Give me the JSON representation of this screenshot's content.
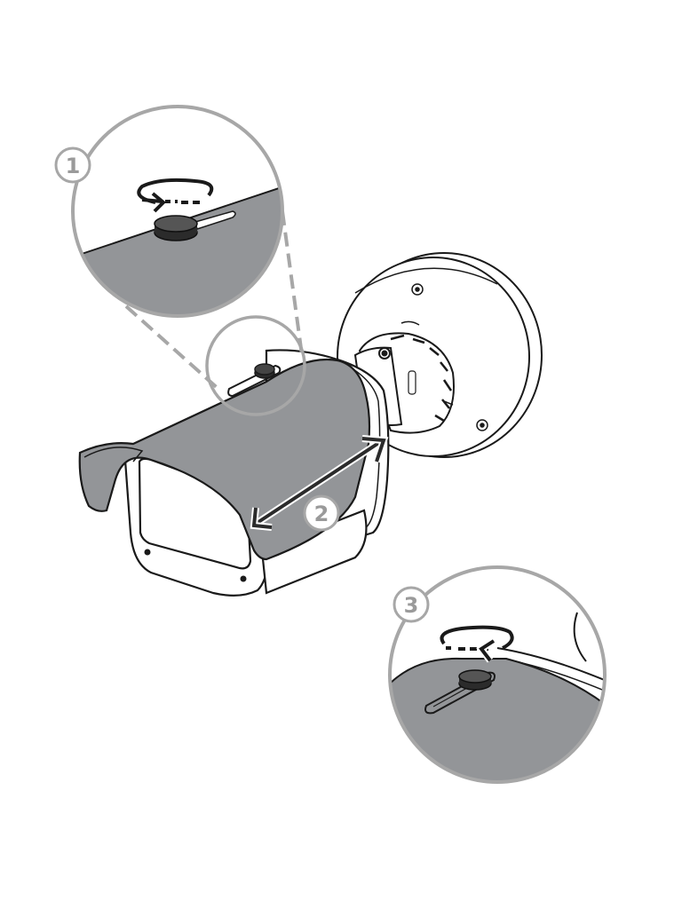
{
  "figure": {
    "description": "Bullet camera sunshield adjustment steps",
    "colors": {
      "background": "#ffffff",
      "shield_gray": "#939598",
      "callout_gray": "#a7a7a7",
      "line_black": "#1a1a1a",
      "knob_dark": "#2b2b2b"
    },
    "callouts": [
      {
        "id": "step-1",
        "label": "1",
        "action": "loosen-knob-counterclockwise"
      },
      {
        "id": "step-2",
        "label": "2",
        "action": "slide-sunshield"
      },
      {
        "id": "step-3",
        "label": "3",
        "action": "tighten-knob-clockwise"
      }
    ]
  }
}
